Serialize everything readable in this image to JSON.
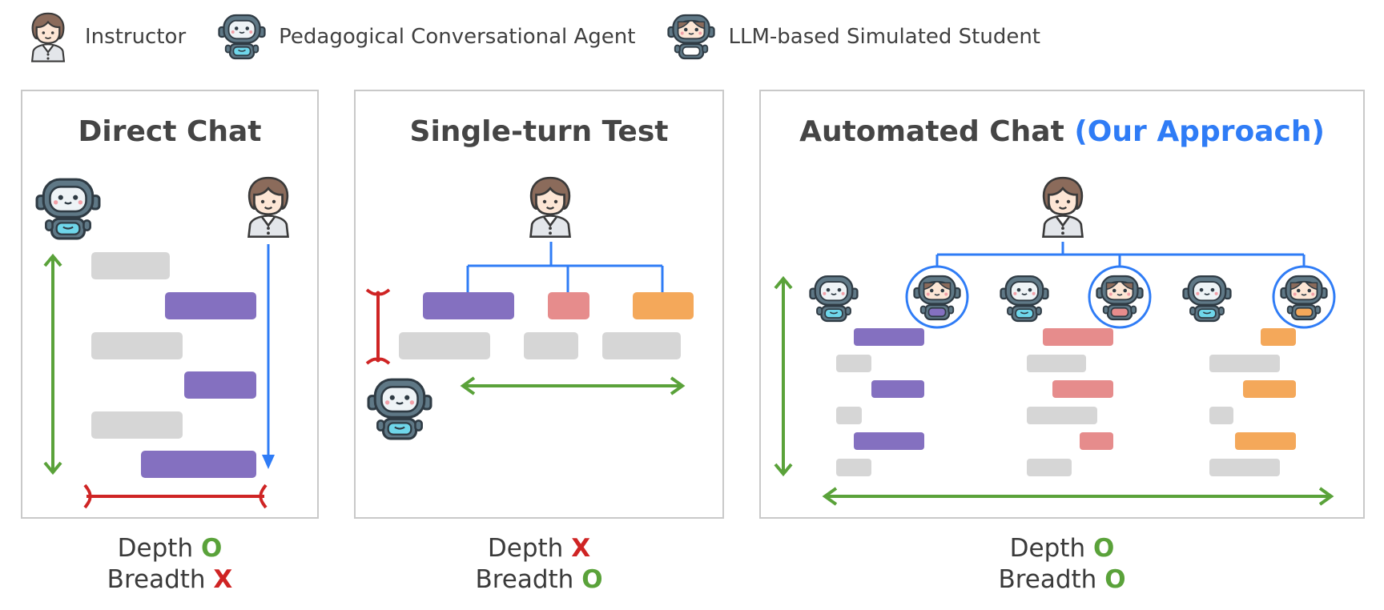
{
  "legend": {
    "instructor": "Instructor",
    "agent": "Pedagogical Conversational Agent",
    "student": "LLM-based Simulated Student"
  },
  "panels": {
    "direct": {
      "title": "Direct Chat",
      "depth_label": "Depth",
      "depth_mark": "O",
      "breadth_label": "Breadth",
      "breadth_mark": "X"
    },
    "single": {
      "title": "Single-turn Test",
      "depth_label": "Depth",
      "depth_mark": "X",
      "breadth_label": "Breadth",
      "breadth_mark": "O"
    },
    "automated": {
      "title": "Automated Chat",
      "title_highlight": "(Our Approach)",
      "depth_label": "Depth",
      "depth_mark": "O",
      "breadth_label": "Breadth",
      "breadth_mark": "O"
    }
  },
  "colors": {
    "accent_blue": "#2f7cf6",
    "green": "#5aa23a",
    "red": "#cf2424",
    "purple": "#8470c0",
    "pink": "#e68c8c",
    "orange": "#f4a85a",
    "gray": "#d6d6d6"
  },
  "icons": [
    "instructor-icon",
    "robot-agent-icon",
    "student-robot-icon"
  ]
}
